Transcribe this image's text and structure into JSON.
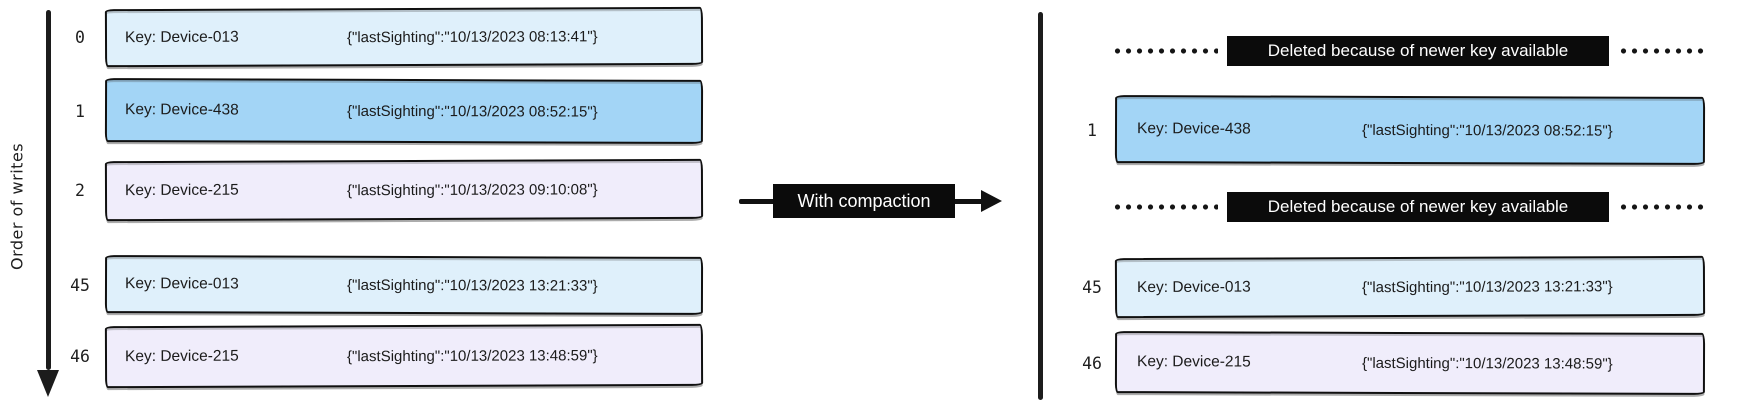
{
  "diagram": {
    "axis_label": "Order of writes",
    "transform_label": "With compaction"
  },
  "colors": {
    "record_light_blue": "#DFF0FB",
    "record_blue": "#A3D5F6",
    "record_lavender": "#F0EDFB",
    "note_black": "#0B0B0B",
    "ink": "#1A1A1A"
  },
  "left_log": {
    "rows": [
      {
        "offset": "0",
        "key": "Key: Device-013",
        "value": "{\"lastSighting\":\"10/13/2023 08:13:41\"}"
      },
      {
        "offset": "1",
        "key": "Key: Device-438",
        "value": "{\"lastSighting\":\"10/13/2023 08:52:15\"}"
      },
      {
        "offset": "2",
        "key": "Key: Device-215",
        "value": "{\"lastSighting\":\"10/13/2023 09:10:08\"}"
      },
      {
        "offset": "45",
        "key": "Key: Device-013",
        "value": "{\"lastSighting\":\"10/13/2023 13:21:33\"}"
      },
      {
        "offset": "46",
        "key": "Key: Device-215",
        "value": "{\"lastSighting\":\"10/13/2023 13:48:59\"}"
      }
    ]
  },
  "right_log": {
    "deleted_rows": [
      {
        "label": "Deleted because of newer key available"
      },
      {
        "label": "Deleted because of newer key available"
      }
    ],
    "rows": [
      {
        "offset": "1",
        "key": "Key: Device-438",
        "value": "{\"lastSighting\":\"10/13/2023 08:52:15\"}"
      },
      {
        "offset": "45",
        "key": "Key: Device-013",
        "value": "{\"lastSighting\":\"10/13/2023 13:21:33\"}"
      },
      {
        "offset": "46",
        "key": "Key: Device-215",
        "value": "{\"lastSighting\":\"10/13/2023 13:48:59\"}"
      }
    ]
  }
}
